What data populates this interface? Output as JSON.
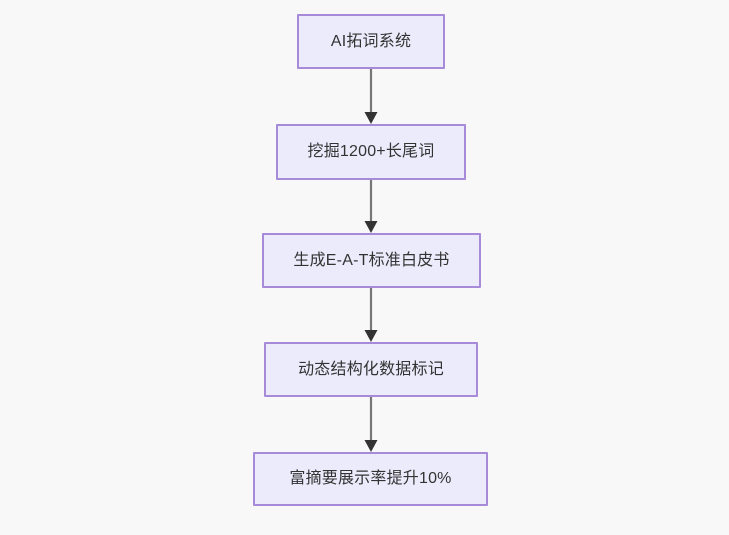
{
  "diagram": {
    "type": "flowchart",
    "direction": "top-to-bottom",
    "background_color": "#f8f8f9",
    "node_fill_color": "#ecebfc",
    "node_border_color": "#a78bd8",
    "node_text_color": "#333333",
    "edge_line_color": "#777777",
    "edge_arrow_color": "#333333",
    "nodes": [
      {
        "id": "n1",
        "label": "AI拓词系统"
      },
      {
        "id": "n2",
        "label": "挖掘1200+长尾词"
      },
      {
        "id": "n3",
        "label": "生成E-A-T标准白皮书"
      },
      {
        "id": "n4",
        "label": "动态结构化数据标记"
      },
      {
        "id": "n5",
        "label": "富摘要展示率提升10%"
      }
    ],
    "edges": [
      {
        "from": "n1",
        "to": "n2"
      },
      {
        "from": "n2",
        "to": "n3"
      },
      {
        "from": "n3",
        "to": "n4"
      },
      {
        "from": "n4",
        "to": "n5"
      }
    ]
  }
}
